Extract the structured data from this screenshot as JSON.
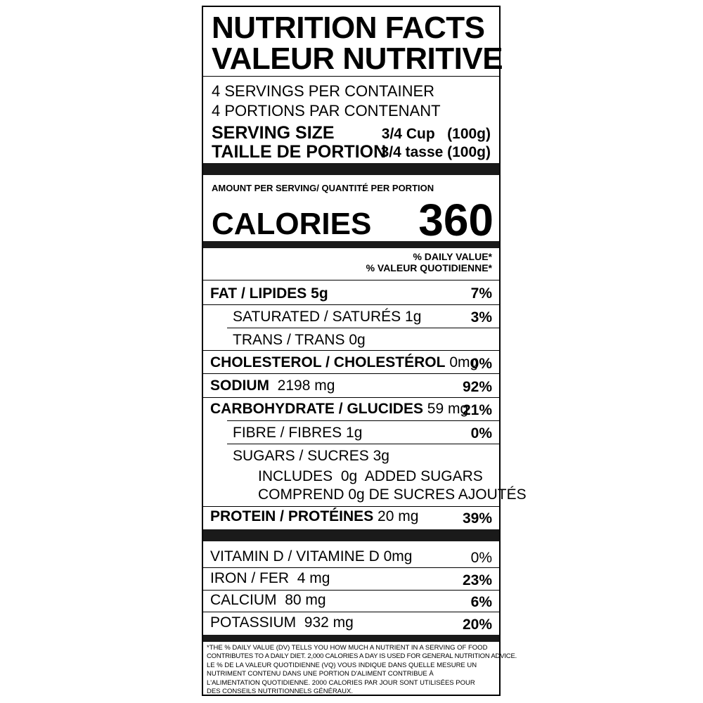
{
  "header": {
    "title_en": "NUTRITION FACTS",
    "title_fr": "VALEUR NUTRITIVE"
  },
  "servings": {
    "per_container_en": "4 SERVINGS PER CONTAINER",
    "per_container_fr": "4 PORTIONS PAR CONTENANT",
    "size_label_en": "SERVING SIZE",
    "size_label_fr": "TAILLE DE PORTION",
    "size_value_en": "3/4 Cup   (100g)",
    "size_value_fr": "3/4 tasse (100g)"
  },
  "calories": {
    "amount_per_serving": "AMOUNT PER SERVING/ QUANTITÉ PER PORTION",
    "label": "CALORIES",
    "value": "360"
  },
  "daily_value_header": {
    "en": "% DAILY VALUE*",
    "fr": "% VALEUR QUOTIDIENNE*"
  },
  "nutrients": {
    "fat": {
      "label": "FAT / LIPIDES",
      "amount": "5g",
      "dv": "7%"
    },
    "saturated": {
      "label": "SATURATED / SATURÉS",
      "amount": "1g",
      "dv": "3%"
    },
    "trans": {
      "label": "TRANS / TRANS",
      "amount": "0g"
    },
    "cholesterol": {
      "label": "CHOLESTEROL / CHOLESTÉROL",
      "amount": "0mg",
      "dv": "0%"
    },
    "sodium": {
      "label": "SODIUM",
      "amount": "2198 mg",
      "dv": "92%"
    },
    "carbohydrate": {
      "label": "CARBOHYDRATE / GLUCIDES",
      "amount": "59 mg",
      "dv": "21%"
    },
    "fibre": {
      "label": "FIBRE / FIBRES",
      "amount": "1g",
      "dv": "0%"
    },
    "sugars": {
      "label": "SUGARS / SUCRES",
      "amount": "3g"
    },
    "added_sugars": {
      "includes": "INCLUDES",
      "includes_amount": "0g",
      "includes_text": "ADDED SUGARS",
      "comprend": "COMPREND",
      "comprend_amount": "0g",
      "comprend_text": "DE SUCRES AJOUTÉS"
    },
    "protein": {
      "label": "PROTEIN / PROTÉINES",
      "amount": "20 mg",
      "dv": "39%"
    }
  },
  "minerals": {
    "vitamin_d": {
      "label": "VITAMIN D / VITAMINE D",
      "amount": "0mg",
      "dv": "0%"
    },
    "iron": {
      "label": "IRON / FER",
      "amount": "4 mg",
      "dv": "23%"
    },
    "calcium": {
      "label": "CALCIUM",
      "amount": "80 mg",
      "dv": "6%"
    },
    "potassium": {
      "label": "POTASSIUM",
      "amount": "932 mg",
      "dv": "20%"
    }
  },
  "footnote": {
    "line1": "*THE % DAILY VALUE (DV) TELLS YOU HOW MUCH A NUTRIENT IN A SERVING OF FOOD",
    "line2": "CONTRIBUTES TO A DAILY DIET. 2,000 CALORIES A DAY IS USED FOR GENERAL NUTRITION ADVICE.",
    "line3": "LE % DE LA VALEUR QUOTIDIENNE (VQ) VOUS INDIQUE DANS QUELLE MESURE UN",
    "line4": "NUTRIMENT CONTENU DANS UNE PORTION D'ALIMENT CONTRIBUE À",
    "line5": "L'ALIMENTATION QUOTIDIENNE. 2000 CALORIES PAR JOUR SONT UTILISÉES POUR",
    "line6": "DES CONSEILS NUTRITIONNELS GÉNÉRAUX."
  }
}
